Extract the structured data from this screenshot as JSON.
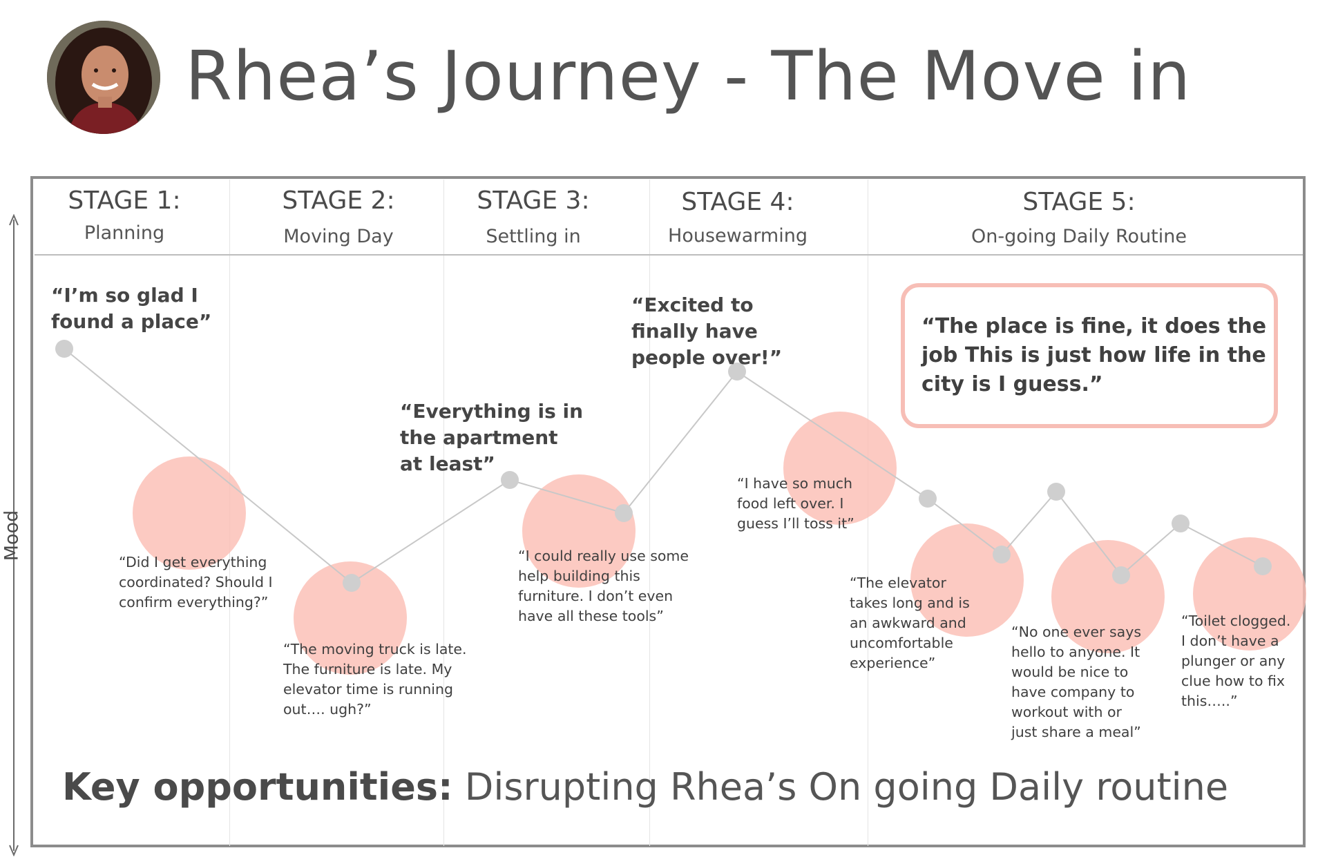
{
  "title": "Rhea’s Journey - The Move in",
  "axis": {
    "label": "Mood"
  },
  "colors": {
    "bubble": "#fbbdb3",
    "point": "#cfcfcf",
    "line": "#c8c8c8",
    "frame": "#8c8c8c",
    "highlight_border": "#f7beb6"
  },
  "stages": [
    {
      "num": "STAGE 1:",
      "name": "Planning"
    },
    {
      "num": "STAGE 2:",
      "name": "Moving Day"
    },
    {
      "num": "STAGE 3:",
      "name": "Settling in"
    },
    {
      "num": "STAGE 4:",
      "name": "Housewarming"
    },
    {
      "num": "STAGE 5:",
      "name": "On-going Daily Routine"
    }
  ],
  "quotes": {
    "q1": "“I’m so glad I found a place”",
    "q2": "“Did I get everything coordinated? Should I confirm everything?”",
    "q3": "“The moving truck is late. The furniture is late. My elevator time is running out…. ugh?”",
    "q4": "“Everything is in the apartment at least”",
    "q5": "“I could really use some help building this furniture. I don’t even have all these tools”",
    "q6": "“Excited to finally have people over!”",
    "q7": "“I have so much food left over. I guess I’ll toss it”",
    "q8": "“The elevator takes long and is an awkward and uncomfortable experience”",
    "q9": "“No one ever says hello to anyone. It would be nice to have company to workout with or just share a meal”",
    "q10": "“Toilet clogged. I don’t have a plunger or any clue how to fix this…..”",
    "highlight": "“The place is fine, it does the job This is just how life in the city is I guess.”"
  },
  "key_opportunities": {
    "label": "Key opportunities:",
    "value": "Disrupting Rhea’s On going Daily routine"
  }
}
